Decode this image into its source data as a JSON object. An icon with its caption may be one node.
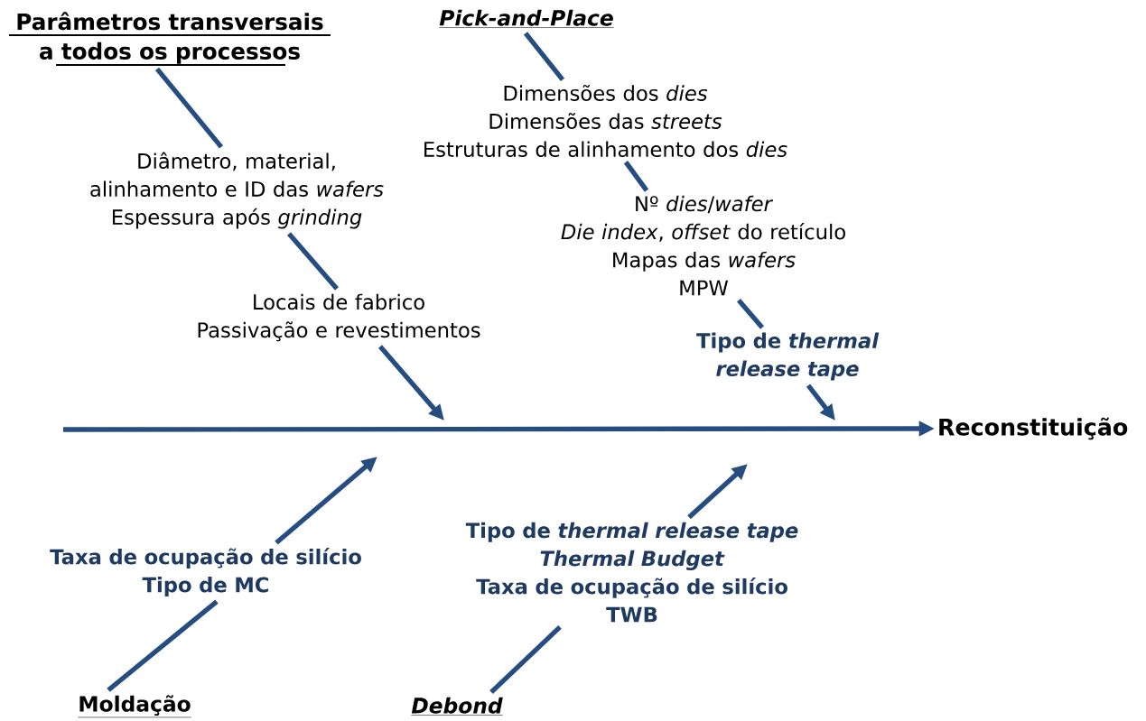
{
  "diagram": {
    "nodes": [
      {
        "text": [
          "Parâmetros transversais a todos os processos"
        ]
      },
      {
        "text": [
          "Diâmetro, material, alinhamento e ID das *wafers*",
          "Espessura após *grinding*"
        ]
      },
      {
        "text": [
          "Locais de fabrico",
          "Passivação e revestimentos"
        ]
      },
      {
        "text": [
          "Pick-and-Place"
        ]
      },
      {
        "text": [
          "Dimensões dos *dies*",
          "Dimensões das *streets*",
          "Estruturas de alinhamento dos *dies*"
        ]
      },
      {
        "text": [
          "Nº *dies*/*wafer*",
          "*Die index*, *offset* do retículo",
          "Mapas das *wafers*",
          "MPW"
        ]
      },
      {
        "text": [
          "Tipo de *thermal release tape*"
        ]
      },
      {
        "text": [
          "Reconstituição"
        ]
      },
      {
        "text": [
          "Taxa de ocupação de silício",
          "Tipo de MC"
        ]
      },
      {
        "text": [
          "Tipo de *thermal release tape*",
          "*Thermal Budget*",
          "Taxa de ocupação de silício",
          "TWB"
        ]
      },
      {
        "text": [
          "Moldação"
        ]
      },
      {
        "text": [
          "Debond"
        ]
      }
    ],
    "edges": [
      {
        "from": 0,
        "to": 1,
        "arrow": "none"
      },
      {
        "from": 1,
        "to": 2,
        "arrow": "none"
      },
      {
        "from": 2,
        "to": null,
        "arrow": "to"
      },
      {
        "from": 3,
        "to": 4,
        "arrow": "none"
      },
      {
        "from": 4,
        "to": 5,
        "arrow": "none"
      },
      {
        "from": 5,
        "to": 6,
        "arrow": "none"
      },
      {
        "from": 6,
        "to": null,
        "arrow": "to"
      },
      {
        "from": null,
        "to": 7,
        "arrow": "to"
      },
      {
        "from": 10,
        "to": 8,
        "arrow": "none"
      },
      {
        "from": 8,
        "to": null,
        "arrow": "to"
      },
      {
        "from": 11,
        "to": 9,
        "arrow": "none"
      },
      {
        "from": 9,
        "to": null,
        "arrow": "to"
      }
    ]
  }
}
